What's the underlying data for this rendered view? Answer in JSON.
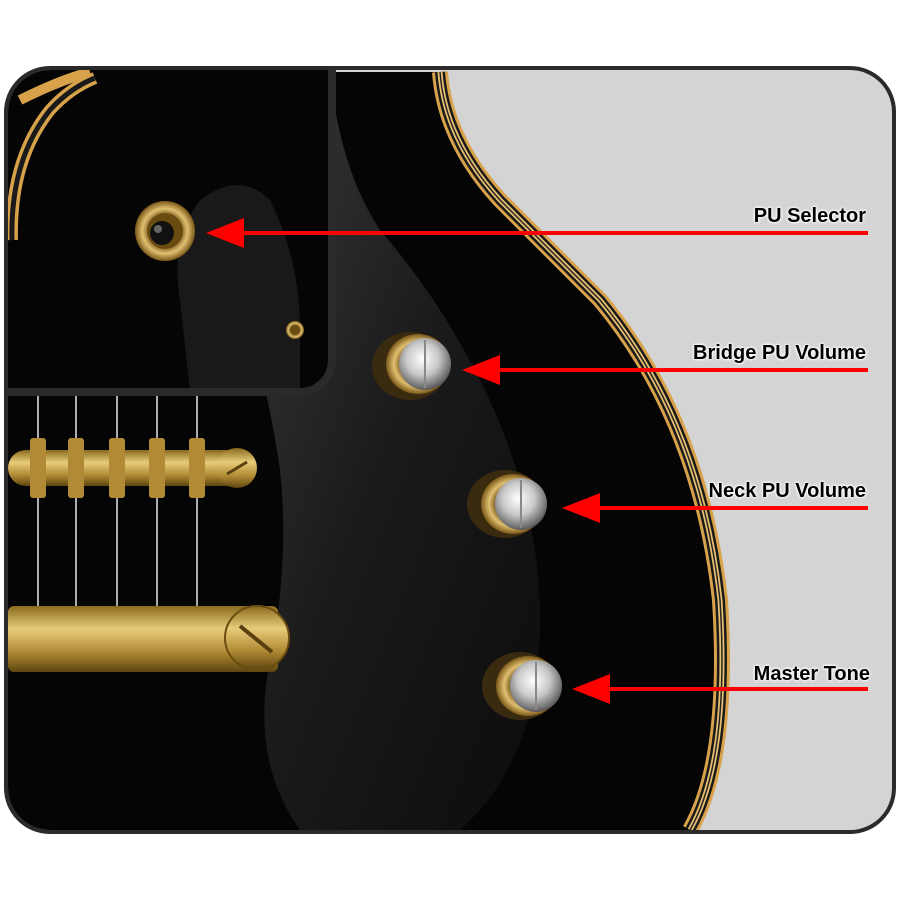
{
  "diagram": {
    "callouts": [
      {
        "id": "pu-selector",
        "label": "PU Selector"
      },
      {
        "id": "bridge-pu-volume",
        "label": "Bridge PU Volume"
      },
      {
        "id": "neck-pu-volume",
        "label": "Neck PU Volume"
      },
      {
        "id": "master-tone",
        "label": "Master Tone"
      }
    ],
    "colors": {
      "frame": "#2a2a2a",
      "background": "#d4d4d4",
      "body": "#050505",
      "binding": "#d8a24a",
      "gold": "#c9a24a",
      "arrow": "#ff0000"
    }
  }
}
